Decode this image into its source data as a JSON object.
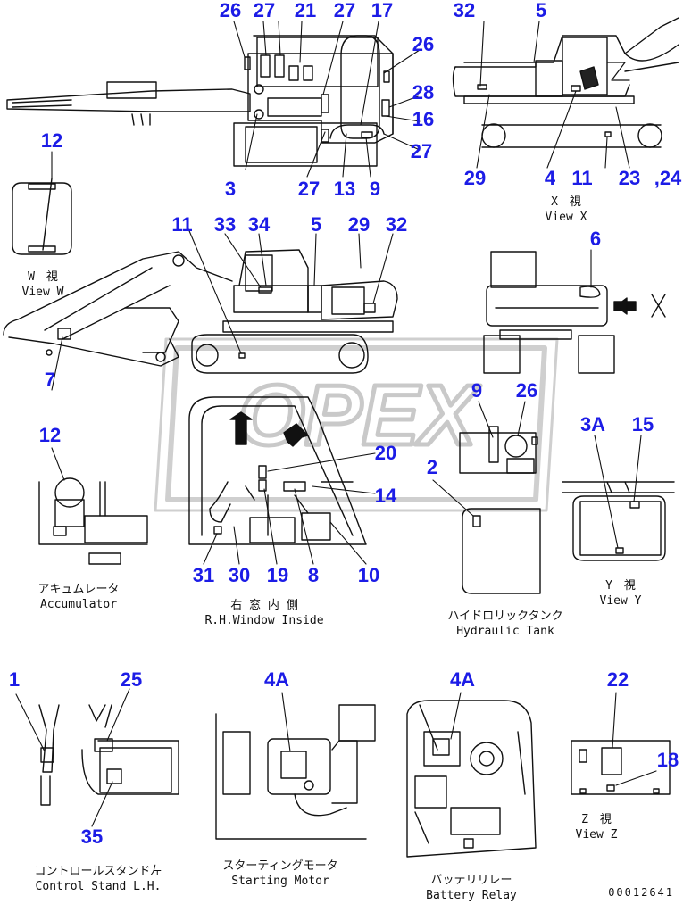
{
  "accent_color": "#1c1ce6",
  "callouts": [
    "26",
    "27",
    "21",
    "27",
    "17",
    "26",
    "28",
    "16",
    "27",
    "3",
    "27",
    "13",
    "9",
    "32",
    "5",
    "29",
    "4",
    "11",
    "23",
    ",24",
    "12",
    "11",
    "33",
    "34",
    "5",
    "29",
    "32",
    "6",
    "7",
    "9",
    "26",
    "12",
    "20",
    "14",
    "2",
    "3A",
    "15",
    "31",
    "30",
    "19",
    "8",
    "10",
    "1",
    "25",
    "35",
    "4A",
    "4A",
    "22",
    "18"
  ],
  "captions": [
    {
      "jp": "W　視",
      "en": "View W"
    },
    {
      "jp": "X　視",
      "en": "View X"
    },
    {
      "jp": "アキュムレータ",
      "en": "Accumulator"
    },
    {
      "jp": "右 窓 内 側",
      "en": "R.H.Window Inside"
    },
    {
      "jp": "ハイドロリックタンク",
      "en": "Hydraulic Tank"
    },
    {
      "jp": "Y　視",
      "en": "View Y"
    },
    {
      "jp": "コントロールスタンド左",
      "en": "Control Stand L.H."
    },
    {
      "jp": "スターティングモータ",
      "en": "Starting Motor"
    },
    {
      "jp": "バッテリリレー",
      "en": "Battery Relay"
    },
    {
      "jp": "Z　視",
      "en": "View Z"
    }
  ],
  "view_marker": "X",
  "watermark": "OPEX",
  "serial": "00012641"
}
